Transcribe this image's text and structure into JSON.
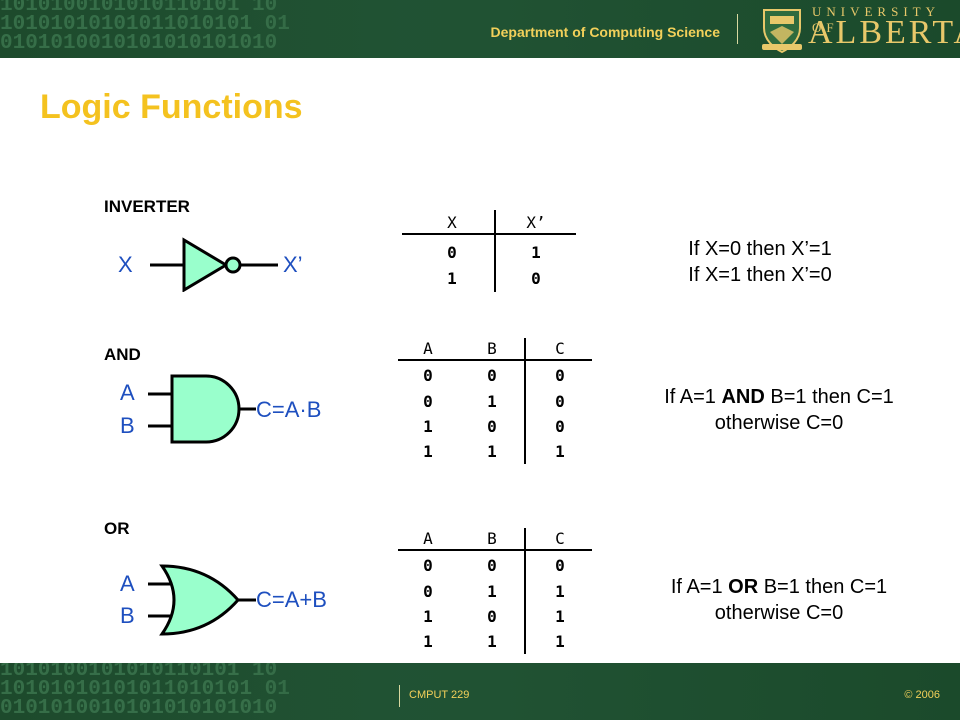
{
  "header": {
    "department": "Department of Computing Science",
    "university_line1": "UNIVERSITY OF",
    "university_line2": "ALBERTA"
  },
  "title": "Logic Functions",
  "inverter": {
    "heading": "INVERTER",
    "input": "X",
    "output": "X’",
    "table": {
      "headers": [
        "X",
        "X’"
      ],
      "rows": [
        [
          "0",
          "1"
        ],
        [
          "1",
          "0"
        ]
      ]
    },
    "desc_line1": "If X=0 then X’=1",
    "desc_line2": "If X=1 then X’=0"
  },
  "and_gate": {
    "heading": "AND",
    "input_a": "A",
    "input_b": "B",
    "output": "C=A·B",
    "table": {
      "headers": [
        "A",
        "B",
        "C"
      ],
      "rows": [
        [
          "0",
          "0",
          "0"
        ],
        [
          "0",
          "1",
          "0"
        ],
        [
          "1",
          "0",
          "0"
        ],
        [
          "1",
          "1",
          "1"
        ]
      ]
    },
    "desc_pre": "If A=1 ",
    "desc_keyword": "AND",
    "desc_post": " B=1 then C=1",
    "desc_line2": "otherwise C=0"
  },
  "or_gate": {
    "heading": "OR",
    "input_a": "A",
    "input_b": "B",
    "output": "C=A+B",
    "table": {
      "headers": [
        "A",
        "B",
        "C"
      ],
      "rows": [
        [
          "0",
          "0",
          "0"
        ],
        [
          "0",
          "1",
          "1"
        ],
        [
          "1",
          "0",
          "1"
        ],
        [
          "1",
          "1",
          "1"
        ]
      ]
    },
    "desc_pre": "If A=1 ",
    "desc_keyword": "OR",
    "desc_post": " B=1 then C=1",
    "desc_line2": "otherwise C=0"
  },
  "footer": {
    "course": "CMPUT 229",
    "copyright": "© 2006"
  },
  "colors": {
    "band": "#215334",
    "title": "#f4c21f",
    "gate_fill": "#99ffcc",
    "label": "#1e4fbf",
    "gold_text": "#f2d05a"
  }
}
